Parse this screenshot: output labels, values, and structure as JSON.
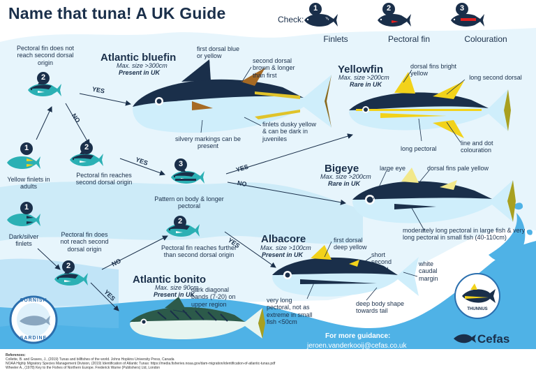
{
  "title": "Name that tuna! A UK Guide",
  "check": {
    "label": "Check:",
    "items": [
      {
        "num": "1",
        "label": "Finlets"
      },
      {
        "num": "2",
        "label": "Pectoral fin"
      },
      {
        "num": "3",
        "label": "Colouration"
      }
    ]
  },
  "key": {
    "start_yellow": {
      "num": "1",
      "text": "Yellow finlets in adults"
    },
    "start_dark": {
      "num": "1",
      "text": "Dark/silver finlets"
    },
    "q_pec_short_top": {
      "num": "2",
      "text": "Pectoral fin does not reach second dorsal origin"
    },
    "q_pec_reach": {
      "num": "2",
      "text": "Pectoral fin reaches second dorsal origin"
    },
    "q_pattern": {
      "num": "3",
      "text": "Pattern on body & longer pectoral"
    },
    "q_pec_short_bottom": {
      "num": "2",
      "text": "Pectoral fin does not reach second dorsal origin"
    },
    "q_pec_further": {
      "num": "2",
      "text": "Pectoral fin reaches further than second dorsal origin"
    },
    "yes": "YES",
    "no": "NO"
  },
  "species": {
    "bluefin": {
      "name": "Atlantic bluefin",
      "size": "Max. size >300cm",
      "status": "Present in UK",
      "notes": {
        "first_dorsal": "first dorsal blue or yellow",
        "second_dorsal": "second dorsal brown & longer than first",
        "finlets": "finlets dusky yellow & can be dark in juveniles",
        "silvery": "silvery markings can be present"
      }
    },
    "yellowfin": {
      "name": "Yellowfin",
      "size": "Max. size >200cm",
      "status": "Rare in UK",
      "notes": {
        "dorsal": "dorsal fins bright yellow",
        "long_second": "long second dorsal",
        "long_pectoral": "long pectoral",
        "line_dot": "line and dot colouration"
      }
    },
    "bigeye": {
      "name": "Bigeye",
      "size": "Max. size >200cm",
      "status": "Rare in UK",
      "notes": {
        "eye": "large eye",
        "dorsal": "dorsal fins pale yellow",
        "pectoral": "moderately long pectoral in large fish & very long pectoral in small fish (40-110cm)"
      }
    },
    "albacore": {
      "name": "Albacore",
      "size": "Max. size >100cm",
      "status": "Present in UK",
      "notes": {
        "first_dorsal": "first dorsal deep yellow",
        "second_dorsal": "short second dorsal",
        "caudal": "white caudal margin",
        "pectoral": "very long pectoral, not as extreme in small fish <50cm",
        "body": "deep body shape towards tail"
      }
    },
    "bonito": {
      "name": "Atlantic bonito",
      "size": "Max. size 90cm",
      "status": "Present in UK",
      "notes": {
        "bands": "dark diagonal bands (7-20) on upper region"
      }
    }
  },
  "guidance": {
    "heading": "For more guidance:",
    "email": "jeroen.vanderkooij@cefas.co.uk"
  },
  "logos": {
    "cornish": [
      "CORNISH",
      "SARDINE"
    ],
    "cefas": "Cefas",
    "thunnus": "THUNNUS"
  },
  "references": {
    "heading": "References:",
    "lines": [
      "Collette, B. and Graves, J., (2019) Tunas and billfishes of the world. Johns Hopkins University Press, Canada",
      "NOAA Highly Migratory Species Management Division, (2019) Identification of Atlantic Tunas: https://media.fisheries.noaa.gov/dam-migration/identification-of-atlantic-tunas.pdf",
      "Wheeler A., (1978) Key to the Fishes of Northern Europe. Frederick Warne (Publishers) Ltd, London"
    ]
  },
  "colors": {
    "background_blue": "#8fd0ee",
    "light_blue": "#e7f5fc",
    "navy": "#1a2f4a",
    "teal": "#2bb0b4",
    "yellow": "#f2d21a",
    "red": "#e02020"
  },
  "icons": [
    "arrow-icon",
    "tuna-icon",
    "number-badge-icon"
  ]
}
